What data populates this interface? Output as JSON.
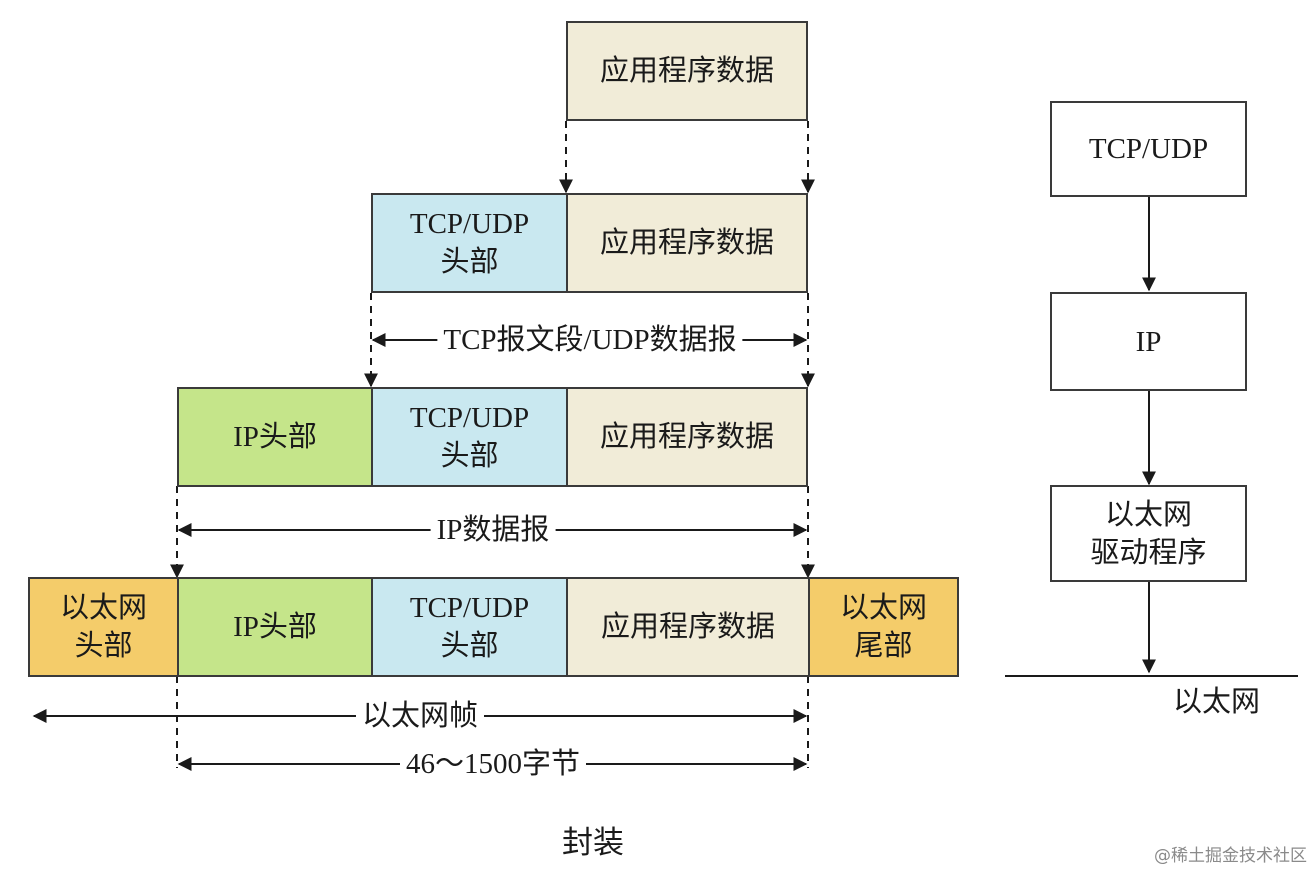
{
  "encapsulation": {
    "app_data": "应用程序数据",
    "tcp_header_line1": "TCP/UDP",
    "tcp_header_line2": "头部",
    "tcp_segment_label": "TCP报文段/UDP数据报",
    "ip_header": "IP头部",
    "ip_datagram_label": "IP数据报",
    "eth_header_line1": "以太网",
    "eth_header_line2": "头部",
    "eth_trailer_line1": "以太网",
    "eth_trailer_line2": "尾部",
    "eth_frame_label": "以太网帧",
    "payload_size_label": "46～1500字节",
    "caption": "封装"
  },
  "stack": {
    "tcp_udp": "TCP/UDP",
    "ip": "IP",
    "driver_line1": "以太网",
    "driver_line2": "驱动程序",
    "ethernet": "以太网"
  },
  "watermark": "@稀土掘金技术社区",
  "colors": {
    "app_data": "#f1ecd8",
    "tcp_header": "#c9e8f0",
    "ip_header": "#c5e58a",
    "eth_header_trailer": "#f4cc6a"
  }
}
